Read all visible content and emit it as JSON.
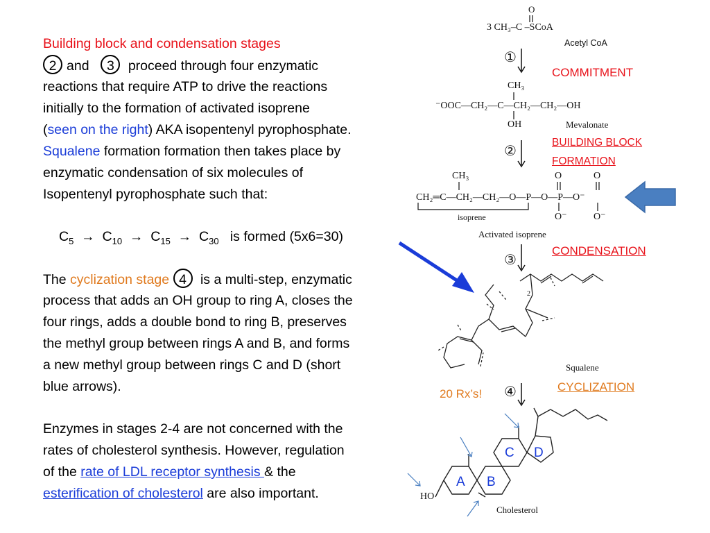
{
  "left_text": {
    "heading": "Building block and condensation stages",
    "circle2": "2",
    "and": "and",
    "circle3": "3",
    "p1_line1_rest": "proceed through four enzymatic",
    "p1_line2": "reactions that require ATP to drive the reactions",
    "p1_line3": "initially to the formation of activated isoprene",
    "paren_open": "(",
    "seen_right": "seen on the right",
    "p1_line4_rest": ") AKA isopentenyl pyrophosphate.",
    "squalene": "Squalene",
    "p1_line5_rest": "formation formation then takes place by",
    "p1_line6": "enzymatic condensation of six molecules of",
    "p1_line7": "Isopentenyl pyrophosphate such that:",
    "formula": {
      "c": "C",
      "c5": "5",
      "c10": "10",
      "c15": "15",
      "c30": "30",
      "arrow": "→",
      "suffix": "is formed (5x6=30)"
    },
    "p2_the": "The",
    "cyclization_stage": "cyclization stage",
    "circle4": "4",
    "p2_line1_rest": "is a multi-step, enzymatic",
    "p2_line2": "process that adds an OH group to ring A, closes the",
    "p2_line3": "four rings, adds a double bond to ring B, preserves",
    "p2_line4": "the methyl group between rings A and B, and forms",
    "p2_line5": "a new methyl group between rings C and D (short",
    "p2_line6": "blue arrows).",
    "p3_line1": "Enzymes in stages 2-4 are not concerned with the",
    "p3_line2": "rates of cholesterol synthesis. However, regulation",
    "p3_of_the": "of the",
    "ldl_link": "rate of LDL receptor synthesis ",
    "p3_amp": "& the",
    "ester_link": "esterification of cholesterol",
    "p3_end": "are also important."
  },
  "pathway": {
    "acetyl_formula": "3 CH₃–C –SCoA",
    "acetyl_o": "O",
    "acetyl_name": "Acetyl CoA",
    "step1": "①",
    "commitment": "COMMITMENT",
    "mev_ch3": "CH₃",
    "mev_formula": "⁻OOC—CH₂—C—CH₂—CH₂—OH",
    "mev_oh": "OH",
    "mevalonate": "Mevalonate",
    "step2": "②",
    "building_block": "BUILDING BLOCK",
    "formation": "FORMATION",
    "iso_ch3": "CH₃",
    "iso_formula": "CH₂═C—CH₂—CH₂—O—P—O—P—O⁻",
    "iso_o_top1": "O",
    "iso_o_top2": "O",
    "iso_o_bot1": "O⁻",
    "iso_o_bot2": "O⁻",
    "isoprene": "isoprene",
    "activated_isoprene": "Activated isoprene",
    "step3": "③",
    "condensation": "CONDENSATION",
    "squalene_label": "Squalene",
    "step4": "④",
    "rxs": "20 Rx’s!",
    "cyclization": "CYCLIZATION",
    "ring_a": "A",
    "ring_b": "B",
    "ring_c": "C",
    "ring_d": "D",
    "ho": "HO",
    "cholesterol": "Cholesterol",
    "squalene_2": "2"
  },
  "colors": {
    "red": "#e8121a",
    "blue": "#1a3cd8",
    "orange": "#e07a1e",
    "arrow_fill": "#4a7fc1"
  }
}
